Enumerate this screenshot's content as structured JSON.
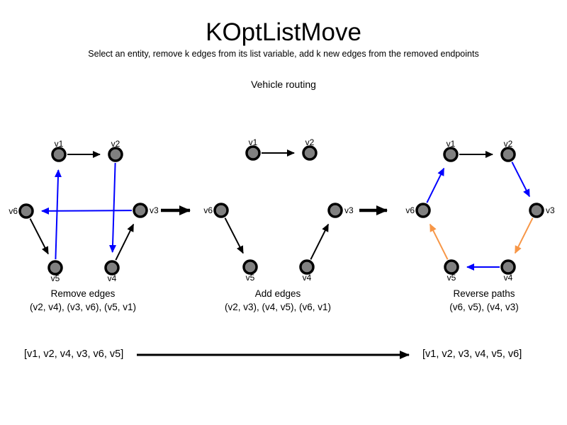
{
  "title": "KOptListMove",
  "subtitle": "Select an entity, remove k edges from its list variable, add k new edges from the removed endpoints",
  "scenario_label": "Vehicle routing",
  "colors": {
    "edge_default": "#000000",
    "edge_removed_or_added": "#0000ff",
    "edge_reversed": "#f79646",
    "node_fill": "#808080",
    "node_border": "#000000"
  },
  "graphs": [
    {
      "caption": "Remove edges",
      "edge_list": "(v2, v4), (v3, v6), (v5, v1)",
      "nodes": [
        "v1",
        "v2",
        "v3",
        "v4",
        "v5",
        "v6"
      ],
      "edges": [
        {
          "from": "v1",
          "to": "v2",
          "color": "black"
        },
        {
          "from": "v2",
          "to": "v4",
          "color": "blue"
        },
        {
          "from": "v4",
          "to": "v3",
          "color": "black"
        },
        {
          "from": "v3",
          "to": "v6",
          "color": "blue"
        },
        {
          "from": "v6",
          "to": "v5",
          "color": "black"
        },
        {
          "from": "v5",
          "to": "v1",
          "color": "blue"
        }
      ]
    },
    {
      "caption": "Add edges",
      "edge_list": "(v2, v3), (v4, v5), (v6, v1)",
      "nodes": [
        "v1",
        "v2",
        "v3",
        "v4",
        "v5",
        "v6"
      ],
      "edges": [
        {
          "from": "v1",
          "to": "v2",
          "color": "black"
        },
        {
          "from": "v6",
          "to": "v5",
          "color": "black"
        },
        {
          "from": "v4",
          "to": "v3",
          "color": "black"
        }
      ]
    },
    {
      "caption": "Reverse paths",
      "edge_list": "(v6, v5), (v4, v3)",
      "nodes": [
        "v1",
        "v2",
        "v3",
        "v4",
        "v5",
        "v6"
      ],
      "edges": [
        {
          "from": "v1",
          "to": "v2",
          "color": "black"
        },
        {
          "from": "v6",
          "to": "v1",
          "color": "blue"
        },
        {
          "from": "v2",
          "to": "v3",
          "color": "blue"
        },
        {
          "from": "v3",
          "to": "v4",
          "color": "orange"
        },
        {
          "from": "v4",
          "to": "v5",
          "color": "blue"
        },
        {
          "from": "v5",
          "to": "v6",
          "color": "orange"
        }
      ]
    }
  ],
  "list_before": "[v1, v2, v4, v3, v6, v5]",
  "list_after": "[v1, v2, v3, v4, v5, v6]"
}
